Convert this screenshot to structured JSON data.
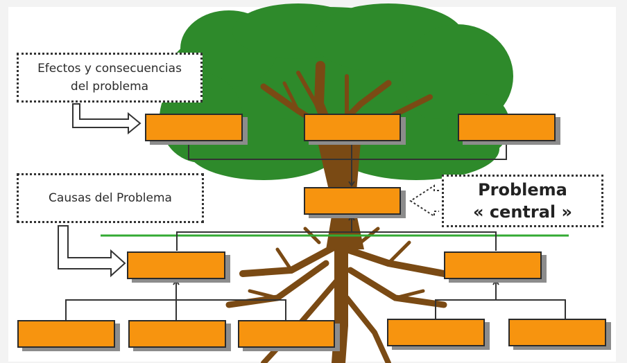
{
  "notes": {
    "effects_line1": "Efectos y consecuencias",
    "effects_line2": "del problema",
    "causes": "Causas del Problema",
    "central_line1": "Problema",
    "central_line2": "« central »"
  },
  "colors": {
    "box_fill": "#f7940f",
    "box_border": "#2a2a2a",
    "box_shadow": "#8c8c8c",
    "foliage": "#2e8b2a",
    "trunk": "#7a4a14",
    "divider": "#33aa33",
    "connector": "#333333"
  }
}
